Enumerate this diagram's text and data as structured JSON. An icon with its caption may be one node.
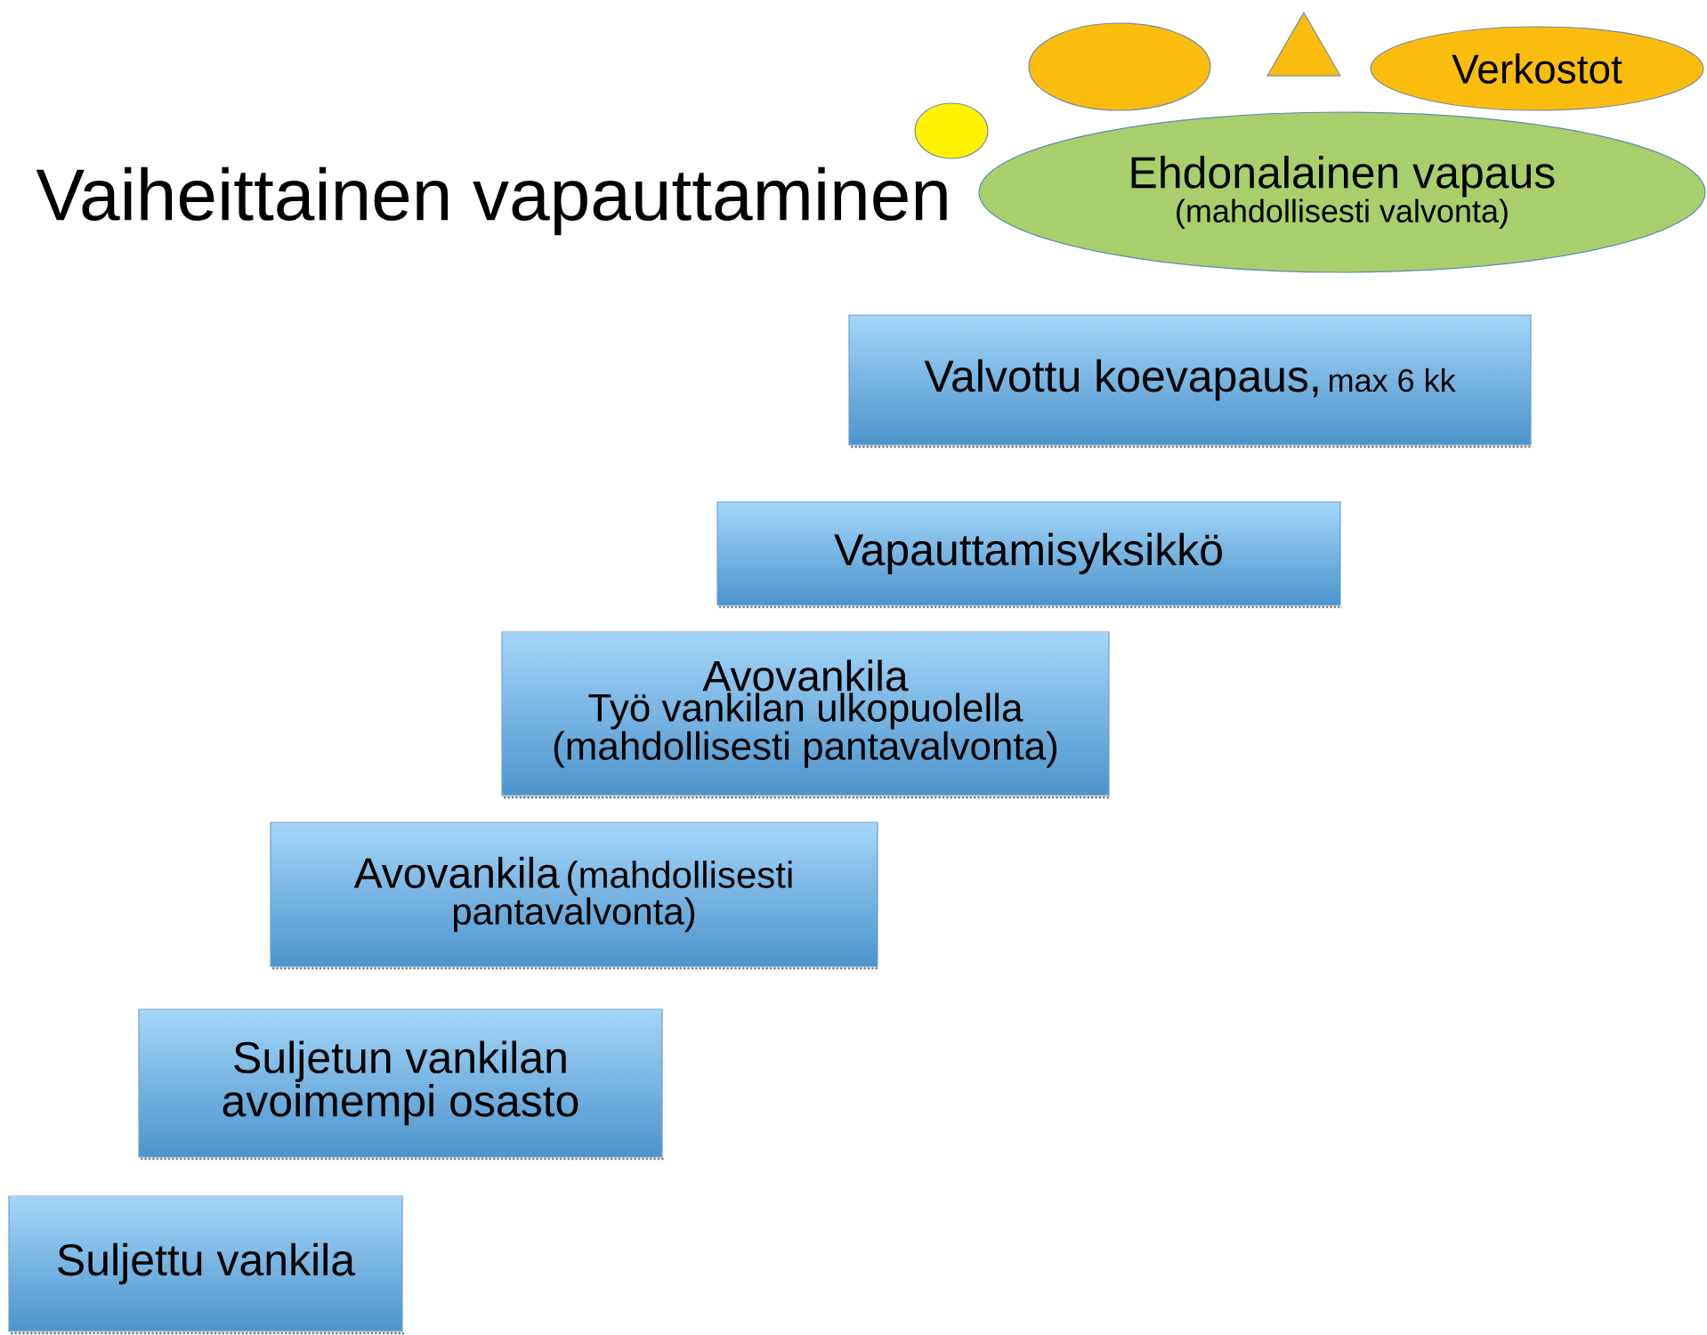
{
  "diagram": {
    "title": "Vaiheittainen vapauttaminen",
    "nodes": [
      {
        "text": [],
        "shape": "ellipse"
      },
      {
        "text": [],
        "shape": "triangle"
      },
      {
        "text": [
          "Verkostot"
        ]
      },
      {
        "text": [],
        "shape": "circle"
      },
      {
        "text": [
          "Ehdonalainen vapaus",
          "(mahdollisesti valvonta)"
        ]
      },
      {
        "text": [
          "Valvottu koevapaus,",
          "max 6 kk"
        ]
      },
      {
        "text": [
          "Vapauttamisyksikkö"
        ]
      },
      {
        "text": [
          "Avovankila",
          "Työ vankilan ulkopuolella (mahdollisesti pantavalvonta)"
        ]
      },
      {
        "text": [
          "Avovankila",
          "(mahdollisesti pantavalvonta)"
        ]
      },
      {
        "text": [
          "Suljetun vankilan avoimempi osasto"
        ]
      },
      {
        "text": [
          "Suljettu vankila"
        ]
      }
    ]
  }
}
